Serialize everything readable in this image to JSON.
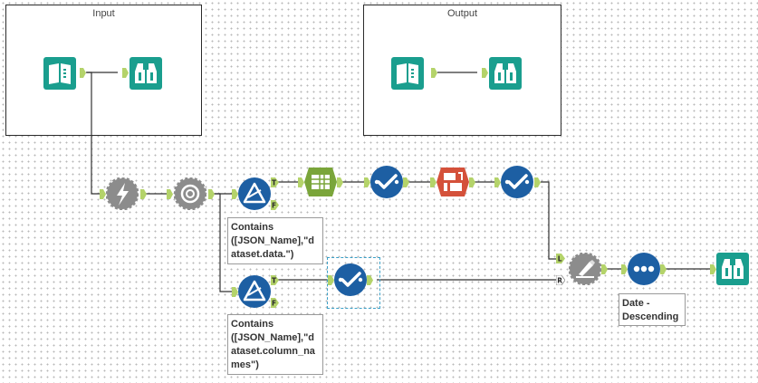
{
  "containers": {
    "input": {
      "title": "Input"
    },
    "output": {
      "title": "Output"
    }
  },
  "tools": [
    {
      "id": "input-data-1",
      "icon": "input-data-book-icon",
      "label": ""
    },
    {
      "id": "browse-1",
      "icon": "browse-binoculars-icon",
      "label": ""
    },
    {
      "id": "input-data-2",
      "icon": "input-data-book-icon",
      "label": ""
    },
    {
      "id": "browse-2",
      "icon": "browse-binoculars-icon",
      "label": ""
    },
    {
      "id": "dynamic-input",
      "icon": "lightning-bolt-gear-icon",
      "label": ""
    },
    {
      "id": "json-parse",
      "icon": "json-parse-gear-icon",
      "label": ""
    },
    {
      "id": "filter-1",
      "icon": "filter-triangle-icon",
      "label": ""
    },
    {
      "id": "text-to-columns",
      "icon": "text-to-columns-icon",
      "label": ""
    },
    {
      "id": "select-1",
      "icon": "select-check-icon",
      "label": ""
    },
    {
      "id": "transpose",
      "icon": "transpose-icon",
      "label": ""
    },
    {
      "id": "select-2",
      "icon": "select-check-icon",
      "label": ""
    },
    {
      "id": "filter-2",
      "icon": "filter-triangle-icon",
      "label": ""
    },
    {
      "id": "select-3",
      "icon": "select-check-icon",
      "label": ""
    },
    {
      "id": "join",
      "icon": "join-gear-icon",
      "label": ""
    },
    {
      "id": "sort",
      "icon": "sort-dots-icon",
      "label": ""
    },
    {
      "id": "browse-3",
      "icon": "browse-binoculars-icon",
      "label": ""
    }
  ],
  "anchor_letters": {
    "true": "T",
    "false": "F",
    "left": "L",
    "right": "R"
  },
  "annotations": {
    "filter_1": "Contains\n([JSON_Name],\"d\nataset.data.\")",
    "filter_2": "Contains\n([JSON_Name],\"d\nataset.column_na\nmes\")",
    "sort": "Date -\nDescending"
  },
  "colors": {
    "teal": "#1a9e8e",
    "blue": "#1d5fa3",
    "gray": "#8c8c8c",
    "green": "#7aa53a",
    "orange": "#d4513a",
    "anchor": "#b4d36a"
  }
}
